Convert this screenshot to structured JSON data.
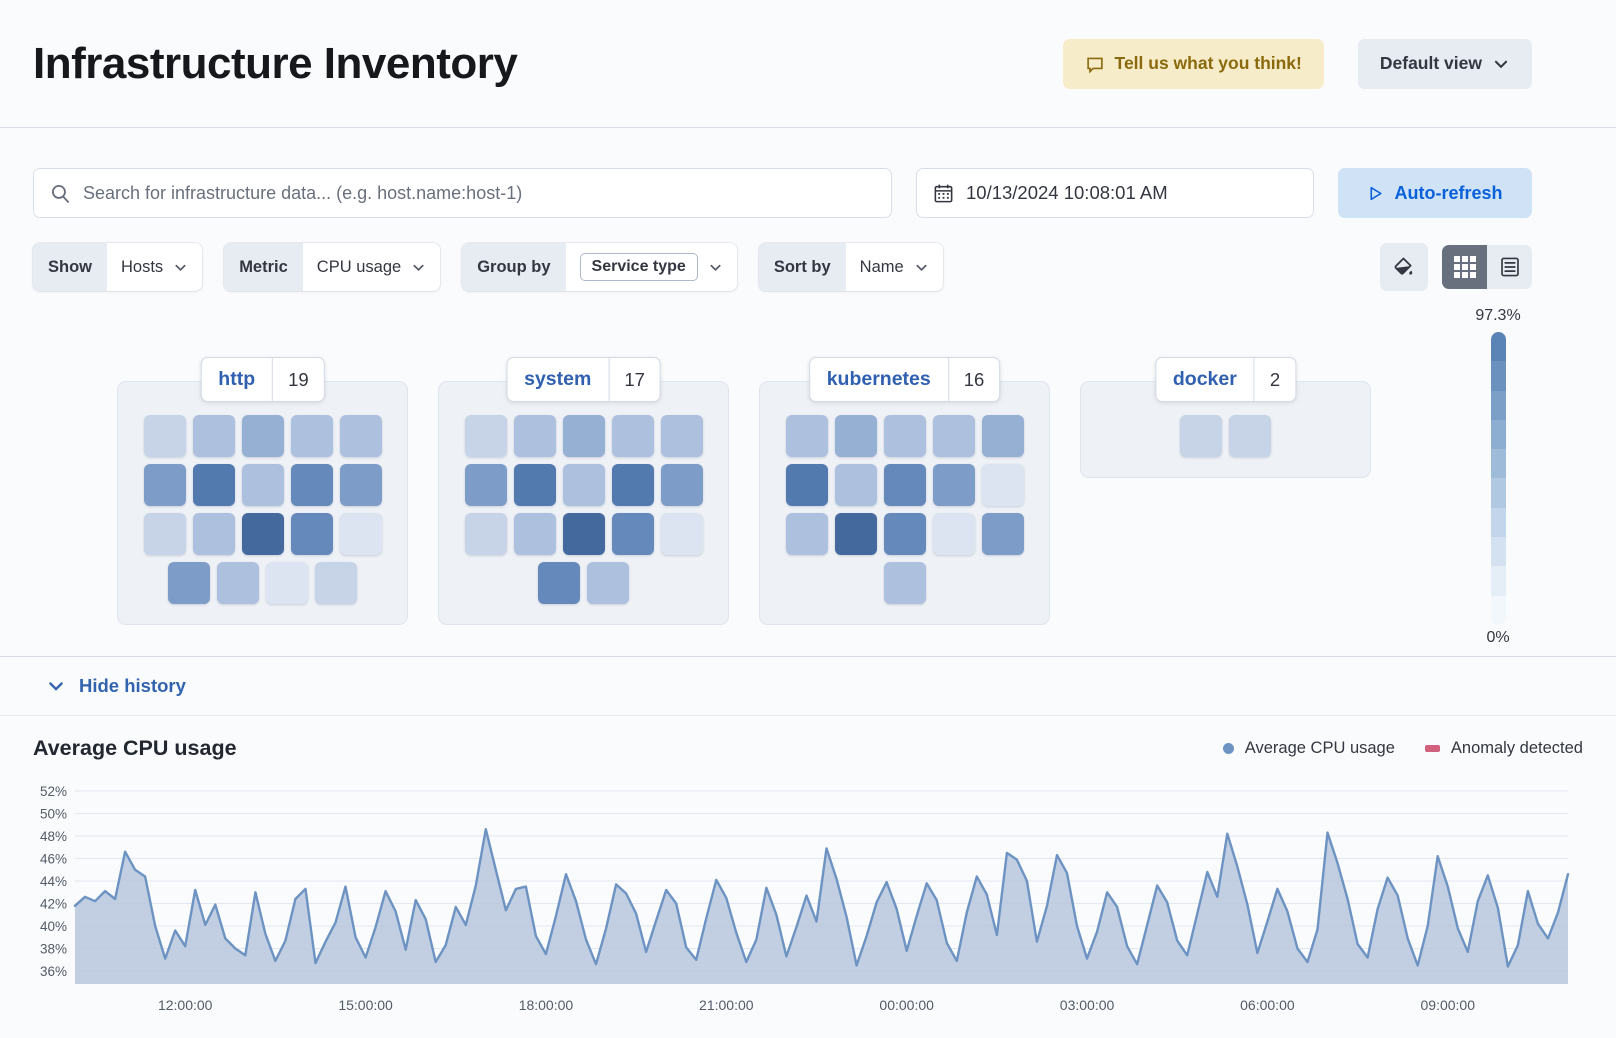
{
  "header": {
    "title": "Infrastructure Inventory",
    "feedback_button": "Tell us what you think!",
    "view_dropdown": "Default view"
  },
  "toolbar": {
    "search_placeholder": "Search for infrastructure data... (e.g. host.name:host-1)",
    "datetime": "10/13/2024 10:08:01 AM",
    "auto_refresh_label": "Auto-refresh"
  },
  "filters": {
    "show_label": "Show",
    "show_value": "Hosts",
    "metric_label": "Metric",
    "metric_value": "CPU usage",
    "group_by_label": "Group by",
    "group_by_value": "Service type",
    "sort_by_label": "Sort by",
    "sort_by_value": "Name"
  },
  "scale_legend": {
    "max": "97.3%",
    "min": "0%",
    "colors": [
      "#5b84b6",
      "#6b91bf",
      "#7c9fc8",
      "#8dadd1",
      "#9ebbd9",
      "#b0c8e2",
      "#c2d5ea",
      "#d4e1f1",
      "#e5edf7",
      "#f2f7fc"
    ]
  },
  "waffle": {
    "palette": [
      "#dbe4f0",
      "#c7d4e7",
      "#adc1de",
      "#96b0d4",
      "#7d9cc8",
      "#6589ba",
      "#527aae",
      "#44699d"
    ],
    "groups": [
      {
        "name": "http",
        "count": "19",
        "rows": [
          [
            1,
            2,
            3,
            2,
            2
          ],
          [
            4,
            6,
            2,
            5,
            4
          ],
          [
            1,
            2,
            7,
            5,
            0
          ],
          [
            4,
            2,
            0,
            1
          ]
        ]
      },
      {
        "name": "system",
        "count": "17",
        "rows": [
          [
            1,
            2,
            3,
            2,
            2
          ],
          [
            4,
            6,
            2,
            6,
            4
          ],
          [
            1,
            2,
            7,
            5,
            0
          ],
          [
            5,
            2
          ]
        ]
      },
      {
        "name": "kubernetes",
        "count": "16",
        "rows": [
          [
            2,
            3,
            2,
            2,
            3
          ],
          [
            6,
            2,
            5,
            4,
            0
          ],
          [
            2,
            7,
            5,
            0,
            4
          ],
          [
            2
          ]
        ]
      },
      {
        "name": "docker",
        "count": "2",
        "rows": [
          [
            1,
            1
          ]
        ]
      }
    ]
  },
  "history": {
    "toggle_label": "Hide history"
  },
  "chart_data": {
    "type": "area",
    "title": "Average CPU usage",
    "legend": [
      {
        "label": "Average CPU usage",
        "color": "#6d93c2",
        "shape": "circle"
      },
      {
        "label": "Anomaly detected",
        "color": "#d2607f",
        "shape": "rect"
      }
    ],
    "ylim": [
      36,
      52
    ],
    "y_ticks": [
      52,
      50,
      48,
      46,
      44,
      42,
      40,
      38,
      36
    ],
    "y_tick_labels": [
      "52%",
      "50%",
      "48%",
      "46%",
      "44%",
      "42%",
      "40%",
      "38%",
      "36%"
    ],
    "x_tick_labels": [
      "12:00:00",
      "15:00:00",
      "18:00:00",
      "21:00:00",
      "00:00:00",
      "03:00:00",
      "06:00:00",
      "09:00:00"
    ],
    "x_tick_indices": [
      11,
      29,
      47,
      65,
      83,
      101,
      119,
      137
    ],
    "line_color": "#6d93c2",
    "fill_color": "#b7c6dd",
    "grid": true,
    "legend_position": "top-right",
    "values": [
      41.8,
      42.6,
      42.2,
      43.1,
      42.4,
      46.6,
      45.0,
      44.4,
      40.0,
      37.1,
      39.6,
      38.2,
      43.2,
      40.1,
      41.9,
      38.9,
      38.0,
      37.4,
      43.0,
      39.3,
      36.9,
      38.7,
      42.4,
      43.3,
      36.7,
      38.6,
      40.3,
      43.5,
      39.0,
      37.2,
      39.9,
      43.1,
      41.3,
      37.9,
      42.3,
      40.6,
      36.8,
      38.3,
      41.7,
      40.1,
      43.6,
      48.6,
      45.0,
      41.4,
      43.3,
      43.5,
      39.1,
      37.5,
      40.9,
      44.6,
      42.2,
      38.8,
      36.6,
      39.8,
      43.7,
      42.9,
      41.1,
      37.7,
      40.5,
      43.2,
      42.0,
      38.1,
      37.0,
      40.7,
      44.1,
      42.5,
      39.4,
      36.8,
      38.8,
      43.4,
      41.0,
      37.3,
      39.9,
      42.7,
      40.4,
      46.9,
      44.2,
      40.8,
      36.5,
      39.1,
      42.1,
      43.9,
      41.5,
      37.8,
      40.9,
      43.8,
      42.3,
      38.5,
      36.9,
      41.2,
      44.4,
      42.8,
      39.2,
      46.5,
      45.9,
      44.0,
      38.6,
      41.8,
      46.3,
      44.7,
      40.0,
      37.1,
      39.5,
      43.0,
      41.7,
      38.2,
      36.6,
      40.1,
      43.6,
      42.1,
      38.7,
      37.4,
      41.1,
      44.8,
      42.6,
      48.2,
      45.3,
      41.9,
      37.6,
      40.4,
      43.3,
      41.3,
      38.0,
      36.8,
      39.7,
      48.3,
      45.6,
      42.4,
      38.4,
      37.2,
      41.5,
      44.3,
      42.7,
      38.9,
      36.5,
      40.0,
      46.2,
      43.5,
      39.8,
      37.7,
      42.2,
      44.5,
      41.6,
      36.4,
      38.3,
      43.1,
      40.2,
      38.9,
      41.2,
      44.6
    ]
  }
}
